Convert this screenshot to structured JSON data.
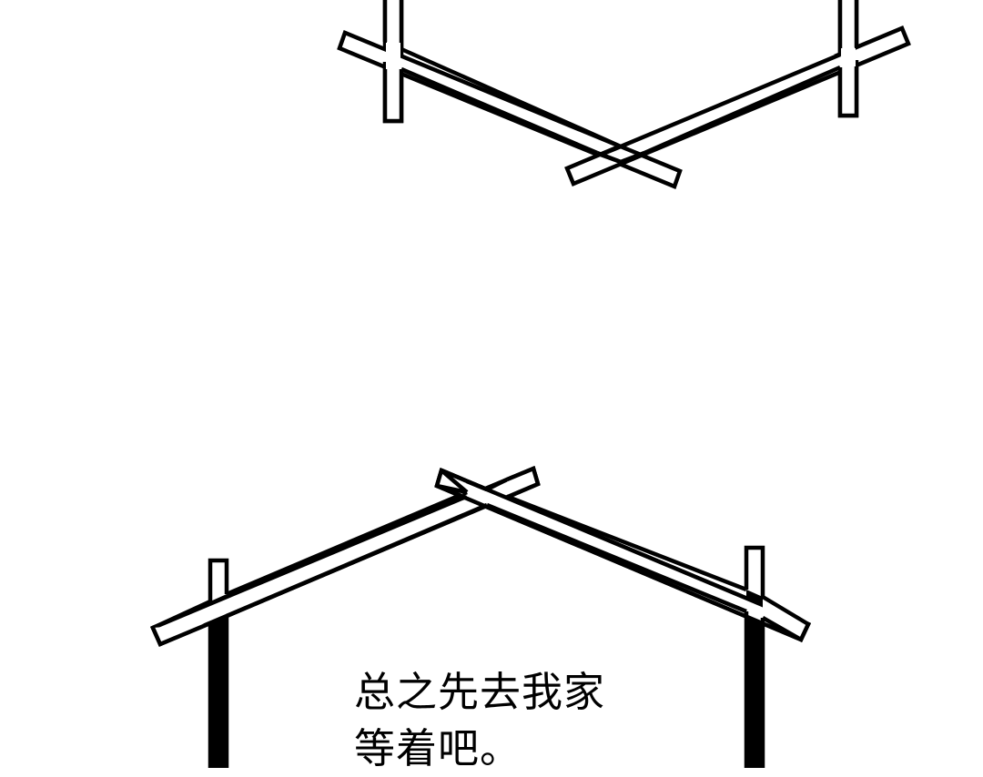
{
  "panel": {
    "background": "#ffffff",
    "line_color": "#000000"
  },
  "top_frame": {
    "shape": "wooden-beam-frame-bottom-edge"
  },
  "bottom_frame": {
    "shape": "wooden-beam-frame-roof-top-edge"
  },
  "caption": {
    "lines": [
      "总之先去我家",
      "等着吧。"
    ]
  }
}
